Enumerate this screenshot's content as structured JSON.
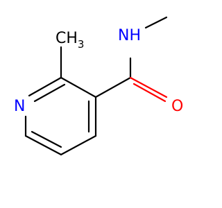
{
  "molecule": {
    "labels": {
      "methyl_ring": {
        "main": "CH",
        "sub": "3"
      },
      "amide_nh": "NH",
      "ring_n": "N",
      "carbonyl_o": "O"
    },
    "colors": {
      "bond": "#000000",
      "nitrogen": "#0000ff",
      "oxygen": "#ff0000"
    }
  }
}
